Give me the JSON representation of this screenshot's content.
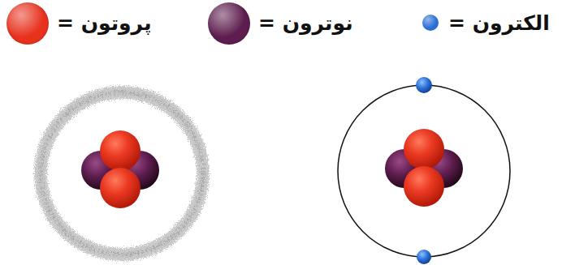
{
  "diagram": {
    "legend": [
      {
        "text": "پروتون =",
        "color": "#e8321e"
      },
      {
        "text": "نوترون =",
        "color": "#5e1d4f"
      },
      {
        "text": "الکترون =",
        "color": "#2a6fd6"
      }
    ]
  }
}
